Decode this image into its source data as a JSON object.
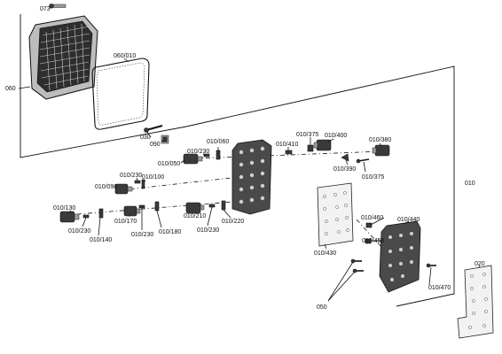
{
  "labels": {
    "l073": "073",
    "l060": "060",
    "l060_010": "060/010",
    "l030": "030",
    "l090": "090",
    "l010": "010",
    "l010_060": "010/060",
    "l010_230_a": "010/230",
    "l010_050": "010/050",
    "l010_410": "010/410",
    "l010_375_a": "010/375",
    "l010_400": "010/400",
    "l010_380": "010/380",
    "l010_390": "010/390",
    "l010_375_b": "010/375",
    "l010_230_b": "010/230",
    "l010_100": "010/100",
    "l010_090": "010/090",
    "l010_130": "010/130",
    "l010_230_c": "010/230",
    "l010_140": "010/140",
    "l010_170": "010/170",
    "l010_230_d": "010/230",
    "l010_180": "010/180",
    "l010_210": "010/210",
    "l010_230_e": "010/230",
    "l010_220": "010/220",
    "l010_430": "010/430",
    "l010_460": "010/460",
    "l010_440": "010/440",
    "l010_450": "010/450",
    "l010_470": "010/470",
    "l050": "050",
    "l020": "020"
  }
}
